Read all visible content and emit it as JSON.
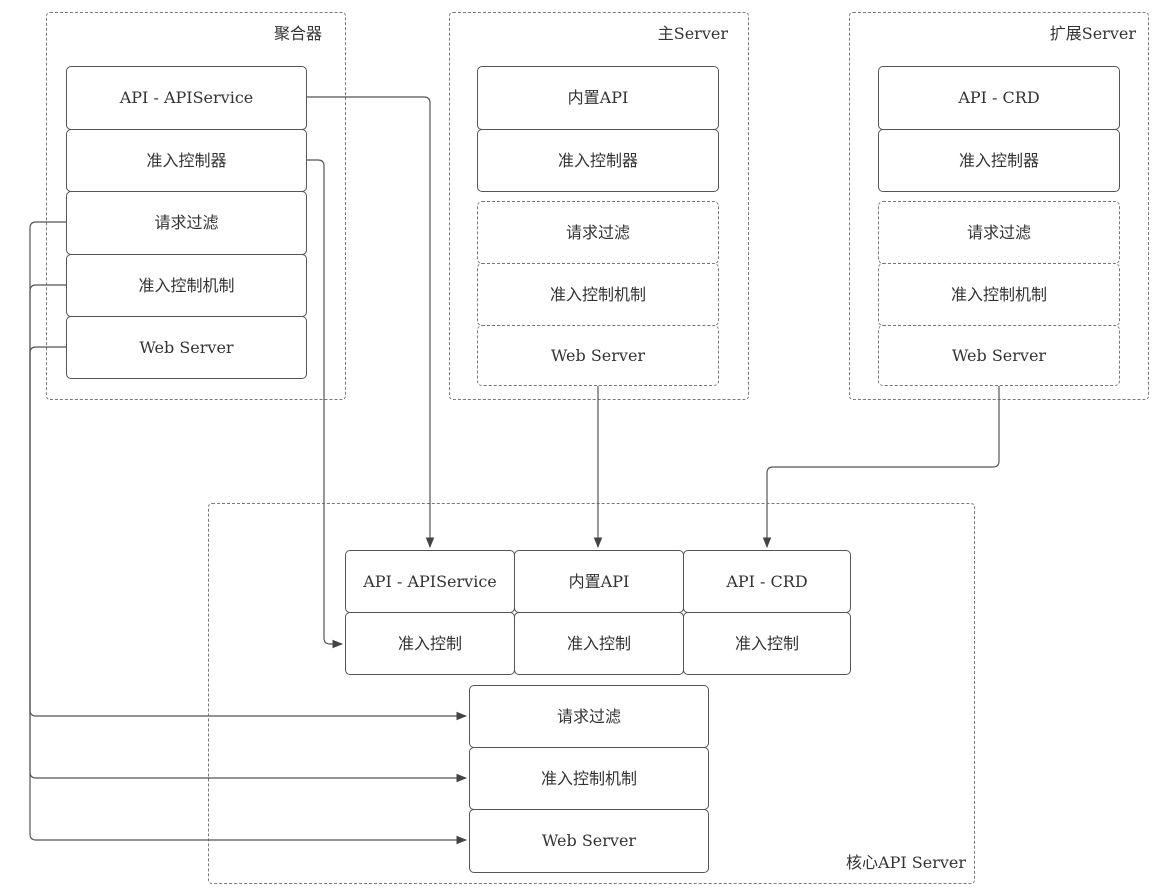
{
  "groups": {
    "aggregator": {
      "label": "聚合器"
    },
    "main_server": {
      "label": "主Server"
    },
    "ext_server": {
      "label": "扩展Server"
    },
    "core_server": {
      "label": "核心API Server"
    }
  },
  "aggregator": {
    "api_apiservice": "API - APIService",
    "admission_controller": "准入控制器",
    "request_filter": "请求过滤",
    "admission_mechanism": "准入控制机制",
    "web_server": "Web Server"
  },
  "main_server": {
    "builtin_api": "内置API",
    "admission_controller": "准入控制器",
    "request_filter": "请求过滤",
    "admission_mechanism": "准入控制机制",
    "web_server": "Web Server"
  },
  "ext_server": {
    "api_crd": "API - CRD",
    "admission_controller": "准入控制器",
    "request_filter": "请求过滤",
    "admission_mechanism": "准入控制机制",
    "web_server": "Web Server"
  },
  "core_server": {
    "api_apiservice": "API - APIService",
    "builtin_api": "内置API",
    "api_crd": "API - CRD",
    "admission_control_1": "准入控制",
    "admission_control_2": "准入控制",
    "admission_control_3": "准入控制",
    "request_filter": "请求过滤",
    "admission_mechanism": "准入控制机制",
    "web_server": "Web Server"
  }
}
